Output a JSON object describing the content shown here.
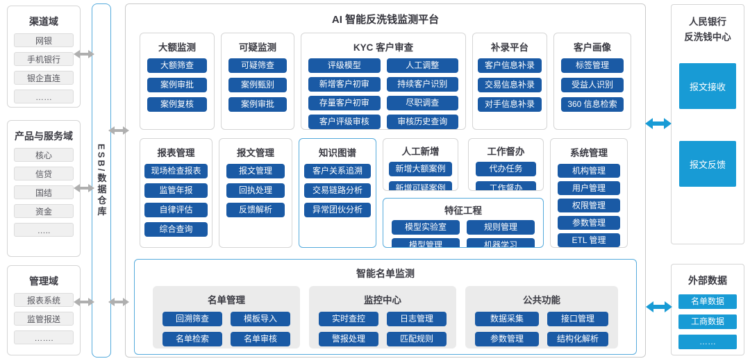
{
  "colors": {
    "dark_blue": "#1A5AA5",
    "bright_blue": "#189BD5",
    "cyan_border": "#54AADC",
    "panel_border": "#D5D5D5",
    "title_text": "#3A3A42",
    "gray_arrow": "#AFAFAF",
    "group_fill": "#EBEBEB",
    "item_fill": "#F0F0F0"
  },
  "left": {
    "domains": [
      {
        "title": "渠道域",
        "items": [
          "网银",
          "手机银行",
          "银企直连",
          "……"
        ]
      },
      {
        "title": "产品与服务域",
        "items": [
          "核心",
          "信贷",
          "国结",
          "资金",
          "….."
        ]
      },
      {
        "title": "管理域",
        "items": [
          "报表系统",
          "监管报送",
          "……."
        ]
      }
    ]
  },
  "esb": {
    "label": "ESB/数据仓库"
  },
  "main": {
    "title": "AI 智能反洗钱监测平台",
    "row1": [
      {
        "title": "大额监测",
        "buttons": [
          "大额筛查",
          "案例审批",
          "案例复核"
        ]
      },
      {
        "title": "可疑监测",
        "buttons": [
          "可疑筛查",
          "案例甄别",
          "案例审批"
        ]
      },
      {
        "title": "KYC 客户审查",
        "buttons": [
          "评级模型",
          "人工调整",
          "新增客户初审",
          "持续客户识别",
          "存量客户初审",
          "尽职调查",
          "客户评级审核",
          "审核历史查询"
        ]
      },
      {
        "title": "补录平台",
        "buttons": [
          "客户信息补录",
          "交易信息补录",
          "对手信息补录"
        ]
      },
      {
        "title": "客户画像",
        "buttons": [
          "标签管理",
          "受益人识别",
          "360 信息检索"
        ]
      }
    ],
    "row2": [
      {
        "title": "报表管理",
        "buttons": [
          "现场检查报表",
          "监管年报",
          "自律评估",
          "综合查询"
        ]
      },
      {
        "title": "报文管理",
        "buttons": [
          "报文管理",
          "回执处理",
          "反馈解析"
        ]
      },
      {
        "title": "知识图谱",
        "buttons": [
          "客户关系追溯",
          "交易链路分析",
          "异常团伙分析"
        ]
      },
      {
        "title": "人工新增",
        "buttons": [
          "新增大额案例",
          "新增可疑案例"
        ]
      },
      {
        "title": "工作督办",
        "buttons": [
          "代办任务",
          "工作督办"
        ]
      },
      {
        "title": "特征工程",
        "buttons": [
          "模型实验室",
          "规则管理",
          "模型管理",
          "机器学习"
        ]
      },
      {
        "title": "系统管理",
        "buttons": [
          "机构管理",
          "用户管理",
          "权限管理",
          "参数管理",
          "ETL 管理"
        ]
      }
    ],
    "band": {
      "title": "智能名单监测",
      "groups": [
        {
          "title": "名单管理",
          "buttons": [
            "回溯筛查",
            "模板导入",
            "名单检索",
            "名单审核"
          ]
        },
        {
          "title": "监控中心",
          "buttons": [
            "实时查控",
            "日志管理",
            "警报处理",
            "匹配规则"
          ]
        },
        {
          "title": "公共功能",
          "buttons": [
            "数据采集",
            "接口管理",
            "参数管理",
            "结构化解析"
          ]
        }
      ]
    }
  },
  "right": {
    "pboc": {
      "title_line1": "人民银行",
      "title_line2": "反洗钱中心",
      "buttons": [
        "报文接收",
        "报文反馈"
      ]
    },
    "external": {
      "title": "外部数据",
      "buttons": [
        "名单数据",
        "工商数据",
        "……"
      ]
    }
  }
}
